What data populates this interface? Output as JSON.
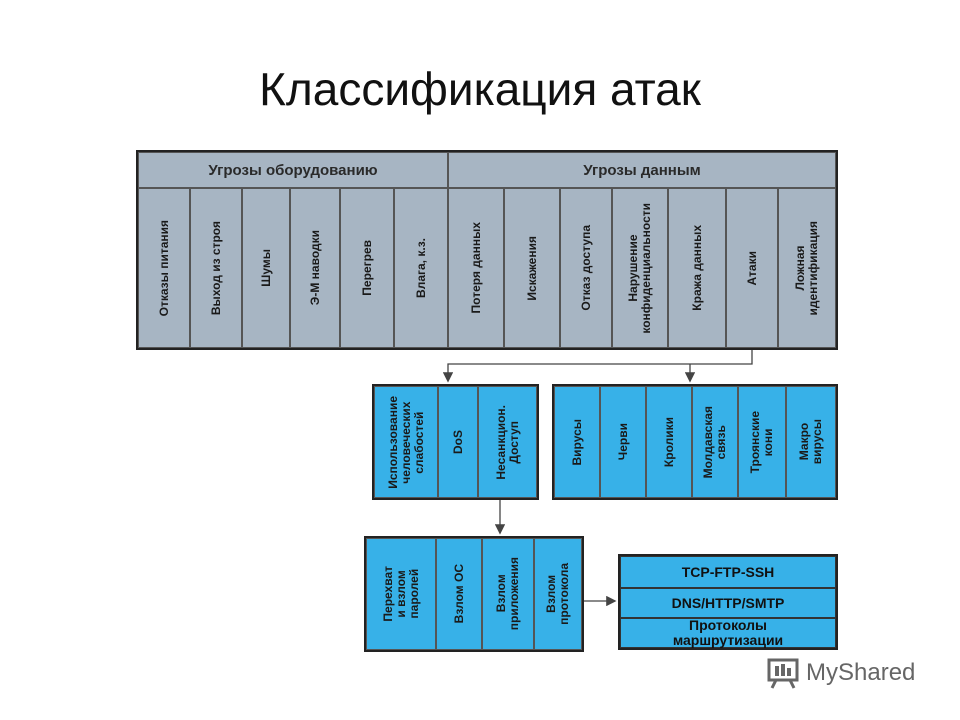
{
  "title": "Классификация атак",
  "colors": {
    "gray": "#a7b5c3",
    "blue": "#37b1e8",
    "border": "#222222"
  },
  "top": {
    "header_left": "Угрозы оборудованию",
    "header_right": "Угрозы данным",
    "columns": [
      "Отказы питания",
      "Выход из строя",
      "Шумы",
      "Э-М наводки",
      "Перегрев",
      "Влага, к.з.",
      "Потеря данных",
      "Искажения",
      "Отказ доступа",
      "Нарушение\nконфиденциальности",
      "Кража данных",
      "Атаки",
      "Ложная\nидентификация"
    ]
  },
  "attacks": {
    "items": [
      "Использование\nчеловеческих\nслабостей",
      "DoS",
      "Несанкцион.\nДоступ"
    ]
  },
  "malware": {
    "items": [
      "Вирусы",
      "Черви",
      "Кролики",
      "Молдавская\nсвязь",
      "Троянские\nкони",
      "Макро\nвирусы"
    ]
  },
  "breaches": {
    "items": [
      "Перехват\nи взлом\nпаролей",
      "Взлом ОС",
      "Взлом\nприложения",
      "Взлом\nпротокола"
    ]
  },
  "protocols": {
    "items": [
      "TCP-FTP-SSH",
      "DNS/HTTP/SMTP",
      "Протоколы\nмаршрутизации"
    ]
  },
  "watermark": {
    "text": "MyShared",
    "icon": "presentation-icon"
  }
}
